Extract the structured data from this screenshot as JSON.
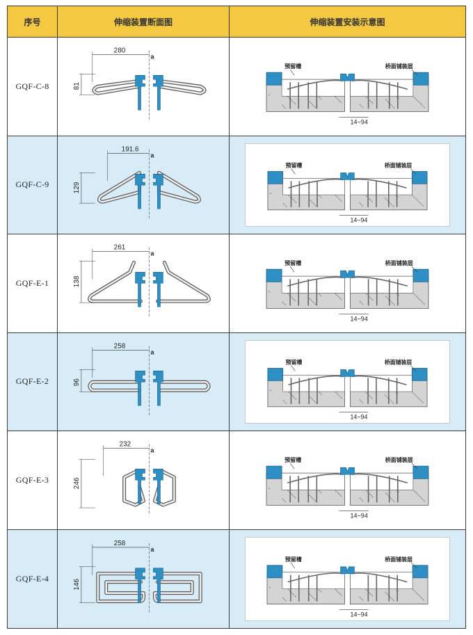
{
  "headers": {
    "index": "序号",
    "section": "伸缩装置断面图",
    "install": "伸缩装置安装示意图"
  },
  "colors": {
    "header_bg": "#f5c842",
    "row_blue": "#d7ecf7",
    "steel_blue": "#2e8fc4",
    "concrete": "#d4d4d4"
  },
  "rows": [
    {
      "code": "GQF-C-8",
      "section": {
        "width": "280",
        "height": "81",
        "gap": "a"
      },
      "install": {
        "slot": "预留槽",
        "pavement": "桥面铺装层",
        "range": "14~94"
      }
    },
    {
      "code": "GQF-C-9",
      "section": {
        "width": "191.6",
        "height": "129",
        "gap": "a"
      },
      "install": {
        "slot": "预留槽",
        "pavement": "桥面铺装层",
        "range": "14~94"
      }
    },
    {
      "code": "GQF-E-1",
      "section": {
        "width": "261",
        "height": "138",
        "gap": "a"
      },
      "install": {
        "slot": "预留槽",
        "pavement": "桥面铺装层",
        "range": "14~94"
      }
    },
    {
      "code": "GQF-E-2",
      "section": {
        "width": "258",
        "height": "96",
        "gap": "a"
      },
      "install": {
        "slot": "预留槽",
        "pavement": "桥面铺装层",
        "range": "14~94"
      }
    },
    {
      "code": "GQF-E-3",
      "section": {
        "width": "232",
        "height": "246",
        "gap": "a"
      },
      "install": {
        "slot": "预留槽",
        "pavement": "桥面铺装层",
        "range": "14~94"
      }
    },
    {
      "code": "GQF-E-4",
      "section": {
        "width": "258",
        "height": "146",
        "gap": "a"
      },
      "install": {
        "slot": "预留槽",
        "pavement": "桥面铺装层",
        "range": "14~94"
      }
    }
  ]
}
